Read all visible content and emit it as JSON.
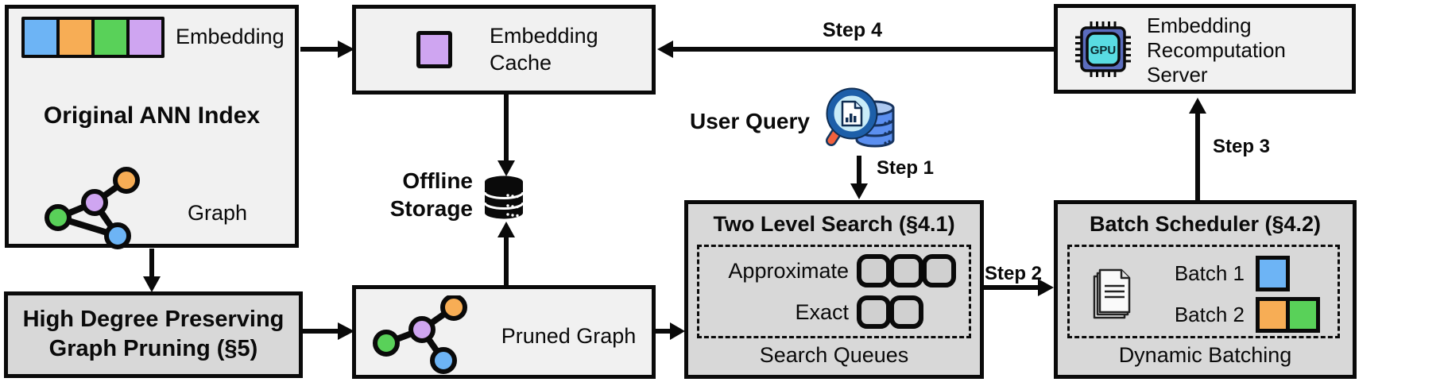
{
  "palette": {
    "blue": "#6db4f5",
    "orange": "#f7ad55",
    "green": "#59d159",
    "purple": "#cfa5f1",
    "box_light": "#f1f1f1",
    "box_gray": "#d8d8d8",
    "queue_fill": "#d0d0d0",
    "gpu_body": "#5b6dbe",
    "gpu_core": "#59dce2",
    "magnifier_rim": "#1d5fa9",
    "magnifier_lens": "#c9ecf8",
    "magnifier_handle": "#f2613d",
    "query_db_body": "#5b8ff0",
    "query_db_top": "#adc8f0"
  },
  "ann_index": {
    "embedding_label": "Embedding",
    "title": "Original ANN Index",
    "graph_label": "Graph"
  },
  "embedding_cache": {
    "line1": "Embedding",
    "line2": "Cache"
  },
  "offline_storage": {
    "line1": "Offline",
    "line2": "Storage"
  },
  "recompute_server": {
    "line1": "Embedding",
    "line2": "Recomputation",
    "line3": "Server",
    "gpu_label": "GPU"
  },
  "high_degree": {
    "line1": "High Degree Preserving",
    "line2": "Graph Pruning (§5)"
  },
  "pruned_graph": {
    "label": "Pruned Graph"
  },
  "two_level": {
    "title": "Two Level Search (§4.1)",
    "approximate_label": "Approximate",
    "exact_label": "Exact",
    "footer": "Search Queues"
  },
  "batch_scheduler": {
    "title": "Batch Scheduler (§4.2)",
    "batch1_label": "Batch 1",
    "batch2_label": "Batch 2",
    "footer": "Dynamic Batching"
  },
  "flow": {
    "user_query": "User Query",
    "step1": "Step 1",
    "step2": "Step 2",
    "step3": "Step 3",
    "step4": "Step 4"
  }
}
